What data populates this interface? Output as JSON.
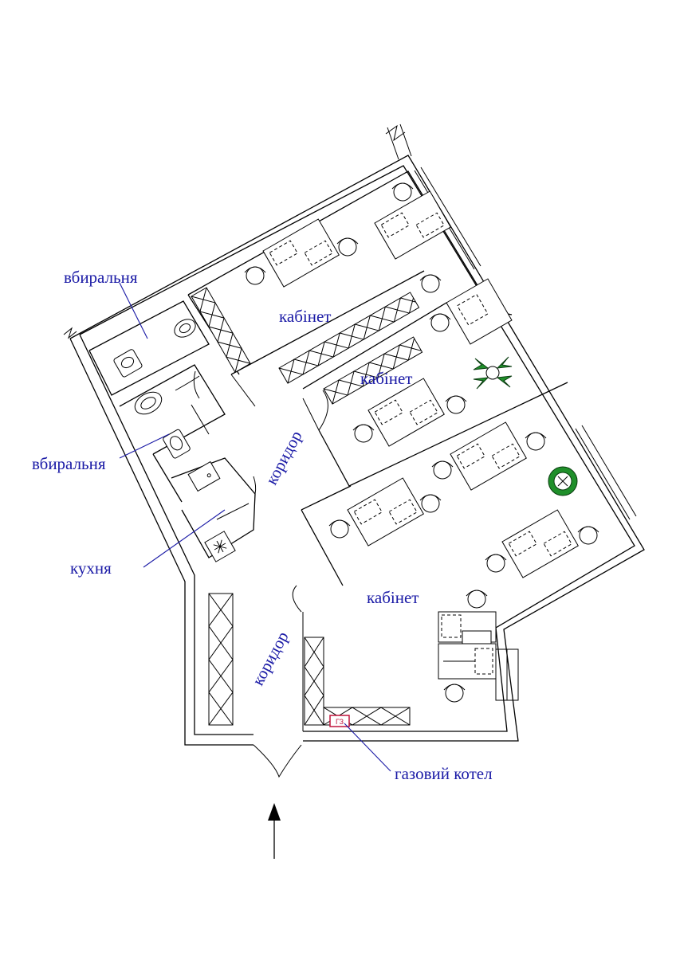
{
  "labels": {
    "wc_top": "вбиральня",
    "wc_bottom": "вбиральня",
    "kitchen": "кухня",
    "office_1": "кабінет",
    "office_2": "кабінет",
    "office_3": "кабінет",
    "corridor_1": "коридор",
    "corridor_2": "коридор",
    "boiler": "газовий котел",
    "boiler_tag": "ГЗ"
  },
  "colors": {
    "label": "#1a1aa6",
    "line": "#000000",
    "plant": "#1f8f2a",
    "boiler_mark": "#c0143c"
  },
  "icons": {
    "entrance": "arrow-up-icon",
    "plant": "plant-icon",
    "stove": "stove-burner-icon"
  }
}
